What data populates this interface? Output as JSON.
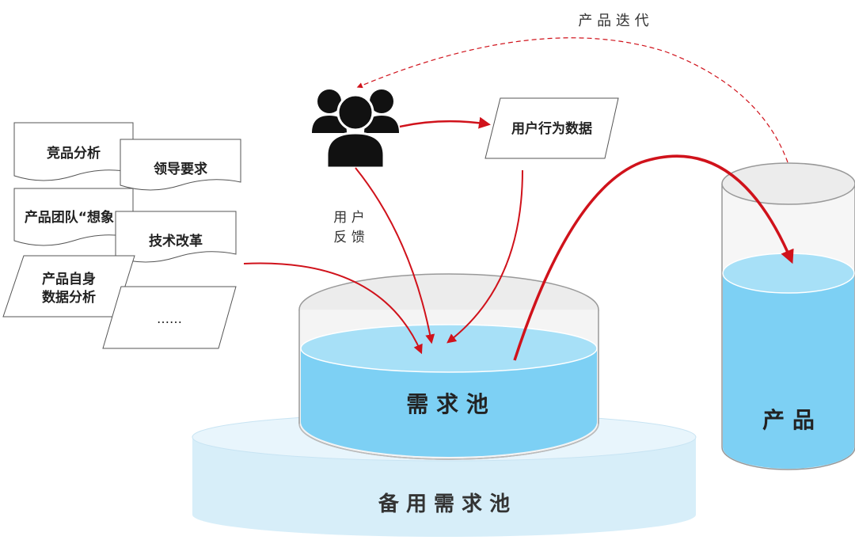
{
  "colors": {
    "arrow": "#d0121b",
    "water": "#7dd0f4",
    "water_top": "#a7e0f7",
    "backup_pool": "#d7eef9",
    "glass": "#e6e6e6",
    "outline": "#555555"
  },
  "labels": {
    "iteration": "产 品 迭 代",
    "user_feedback_line1": "用 户",
    "user_feedback_line2": "反 馈",
    "user_behavior_data": "用户行为数据",
    "demand_pool": "需 求 池",
    "backup_pool": "备 用 需 求 池",
    "product": "产 品"
  },
  "sources": {
    "competitor_analysis": "竞品分析",
    "leader_requirements": "领导要求",
    "team_imagination": "产品团队“想象”",
    "tech_reform": "技术改革",
    "self_data_line1": "产品自身",
    "self_data_line2": "数据分析",
    "more": "……"
  },
  "icons": {
    "users": "users-group-icon"
  }
}
